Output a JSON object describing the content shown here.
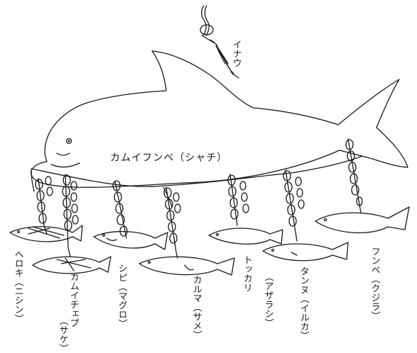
{
  "labels": {
    "inau": "イナウ",
    "whale": "カムイフンベ（シャチ）",
    "herring": "ヘロキ（ニシン）",
    "salmon_a": "カムイチェプ",
    "salmon_b": "（サケ）",
    "tuna": "シピ（マグロ）",
    "shark": "カルマ（サメ）",
    "seal_a": "トッカリ",
    "seal_b": "（アザラシ）",
    "dolphin": "タンヌ（イルカ）",
    "whale2": "フンベ（クジラ）"
  },
  "colors": {
    "ink": "#1a1a1a",
    "paper": "#ffffff"
  }
}
